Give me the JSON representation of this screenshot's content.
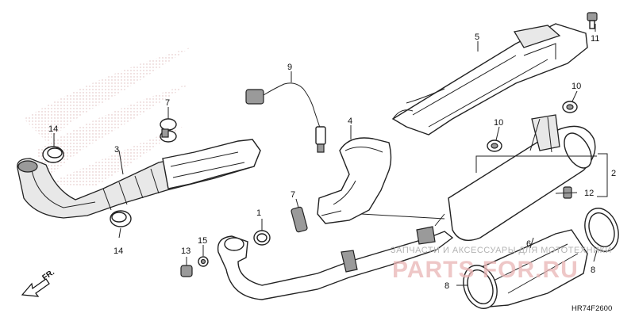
{
  "diagram": {
    "part_numbers": {
      "p1": "1",
      "p2": "2",
      "p3": "3",
      "p4": "4",
      "p5": "5",
      "p6": "6",
      "p7a": "7",
      "p7b": "7",
      "p8a": "8",
      "p8b": "8",
      "p9": "9",
      "p10a": "10",
      "p10b": "10",
      "p11": "11",
      "p12": "12",
      "p13": "13",
      "p14a": "14",
      "p14b": "14",
      "p15": "15"
    },
    "direction_label": "FR.",
    "figure_code": "HR74F2600"
  },
  "watermark": {
    "caption": "ЗАПЧАСТИ И АКСЕССУАРЫ ДЛЯ МОТОТЕХНИКИ",
    "logo_text": "PARTS FOR.RU"
  },
  "colors": {
    "watermark_red": "#e8b4b4",
    "watermark_gray": "#b4b4b4",
    "line": "#222222"
  }
}
